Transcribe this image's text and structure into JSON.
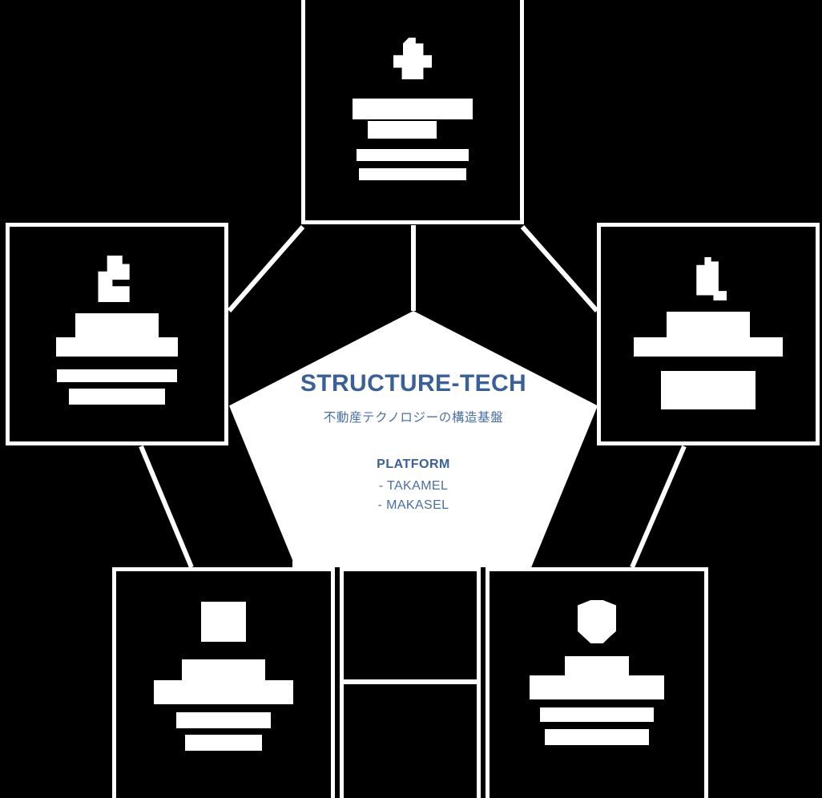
{
  "diagram": {
    "type": "hub-and-spoke pentagon diagram",
    "background_color": "#000000",
    "accent_color": "#3a6099",
    "accent_color_light": "#4a6fa5",
    "line_color": "#ffffff"
  },
  "hub": {
    "title": "STRUCTURE-TECH",
    "subtitle": "不動産テクノロジーの構造基盤",
    "platform_label": "PLATFORM",
    "platform_items": [
      "- TAKAMEL",
      "- MAKASEL"
    ]
  },
  "nodes": [
    {
      "id": "top",
      "position": "top",
      "icon": "redacted-icon",
      "title": "redacted-title",
      "description_lines": [
        "redacted-line",
        "redacted-line"
      ],
      "redacted": true
    },
    {
      "id": "left",
      "position": "left",
      "icon": "redacted-icon",
      "title": "redacted-title",
      "description_lines": [
        "redacted-line",
        "redacted-line"
      ],
      "redacted": true
    },
    {
      "id": "right",
      "position": "right",
      "icon": "redacted-icon",
      "title": "redacted-title",
      "description_lines": [
        "redacted-line"
      ],
      "redacted": true
    },
    {
      "id": "bottom-left",
      "position": "bottom-left",
      "icon": "redacted-icon",
      "title": "redacted-title",
      "description_lines": [
        "redacted-line",
        "redacted-line"
      ],
      "redacted": true
    },
    {
      "id": "bottom-right",
      "position": "bottom-right",
      "icon": "redacted-icon",
      "title": "redacted-title",
      "description_lines": [
        "redacted-line",
        "redacted-line"
      ],
      "redacted": true
    }
  ],
  "connectors": [
    {
      "from": "hub",
      "to": "top",
      "style": "line"
    },
    {
      "from": "hub",
      "to": "left",
      "style": "line"
    },
    {
      "from": "hub",
      "to": "right",
      "style": "line"
    },
    {
      "from": "hub",
      "to": "bottom-left",
      "style": "line"
    },
    {
      "from": "hub",
      "to": "bottom-right",
      "style": "line"
    }
  ]
}
